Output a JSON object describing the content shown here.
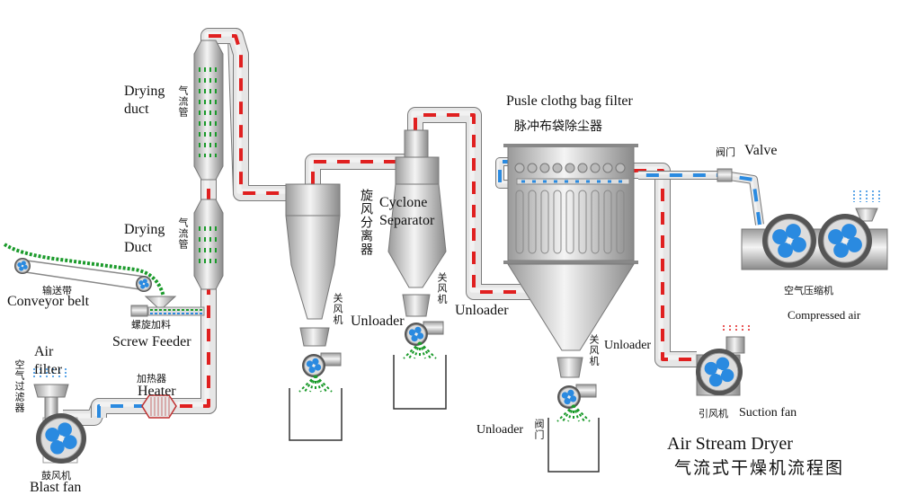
{
  "colors": {
    "hot_air": "#e02020",
    "cold_air": "#2a8ae0",
    "material": "#1a9a2a",
    "steel": "#c8c8c8"
  },
  "labels": {
    "drying_duct_1": {
      "en": "Drying\nduct",
      "zh": "气流管"
    },
    "drying_duct_2": {
      "en": "Drying\nDuct",
      "zh": "气流管"
    },
    "conveyor_belt": {
      "en": "Conveyor belt",
      "zh": "输送带"
    },
    "screw_feeder": {
      "en": "Screw Feeder",
      "zh": "螺旋加料"
    },
    "air_filter": {
      "en": "Air\nfilter",
      "zh": "空气过滤器"
    },
    "heater": {
      "en": "Heater",
      "zh": "加热器"
    },
    "blast_fan": {
      "en": "Blast fan",
      "zh": "鼓风机"
    },
    "cyclone": {
      "en": "Cyclone\nSeparator",
      "zh": "旋风分离器"
    },
    "unloader_1": {
      "en": "Unloader",
      "zh": "关风机"
    },
    "unloader_2": {
      "en": "Unloader",
      "zh": "关风机"
    },
    "unloader_3": {
      "en": "Unloader",
      "zh": "关风机"
    },
    "unloader_4": {
      "en": "Unloader",
      "zh": "阀门"
    },
    "bag_filter": {
      "en": "Pusle clothg bag filter",
      "zh": "脉冲布袋除尘器"
    },
    "valve": {
      "en": "Valve",
      "zh": "阀门"
    },
    "compressed_air": {
      "en": "Compressed air",
      "zh": "空气压缩机"
    },
    "suction_fan": {
      "en": "Suction fan",
      "zh": "引风机"
    }
  },
  "title": {
    "en": "Air Stream Dryer",
    "zh": "气流式干燥机流程图"
  }
}
